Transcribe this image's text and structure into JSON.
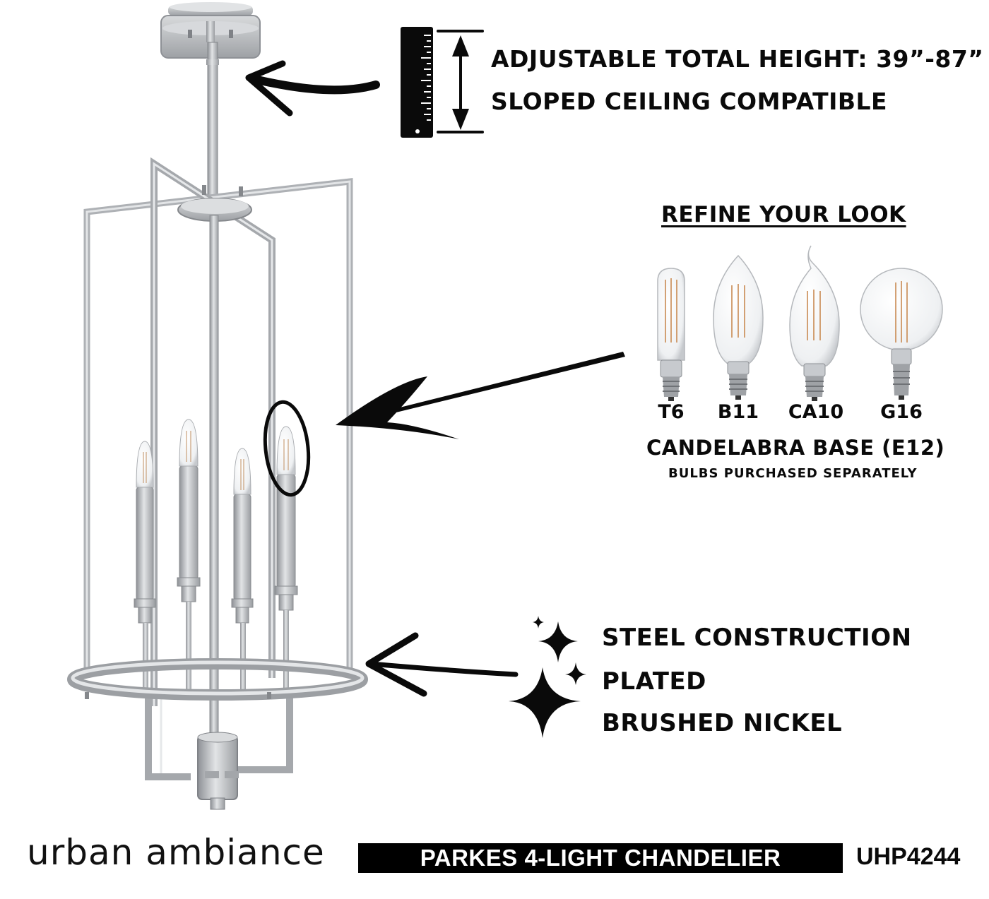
{
  "height_spec": {
    "height_text": "ADJUSTABLE TOTAL HEIGHT: 39”-87”",
    "sloped_text": "SLOPED CEILING COMPATIBLE",
    "icon": "ruler-height-icon"
  },
  "bulbs": {
    "title": "REFINE YOUR LOOK",
    "items": [
      {
        "label": "T6",
        "icon": "tubular-bulb-icon"
      },
      {
        "label": "B11",
        "icon": "torpedo-bulb-icon"
      },
      {
        "label": "CA10",
        "icon": "flame-tip-bulb-icon"
      },
      {
        "label": "G16",
        "icon": "globe-bulb-icon"
      }
    ],
    "base_text": "CANDELABRA BASE (E12)",
    "note": "BULBS PURCHASED SEPARATELY"
  },
  "features": {
    "icon": "sparkle-icon",
    "items": [
      "STEEL CONSTRUCTION",
      "PLATED",
      "BRUSHED NICKEL"
    ]
  },
  "footer": {
    "brand": "urban ambiance",
    "product_name": "PARKES 4-LIGHT CHANDELIER",
    "sku": "UHP4244"
  },
  "colors": {
    "metal": "#b9bcc0",
    "metal_dark": "#8e9196",
    "ink": "#0a0a0a",
    "filament": "#c98a52"
  }
}
